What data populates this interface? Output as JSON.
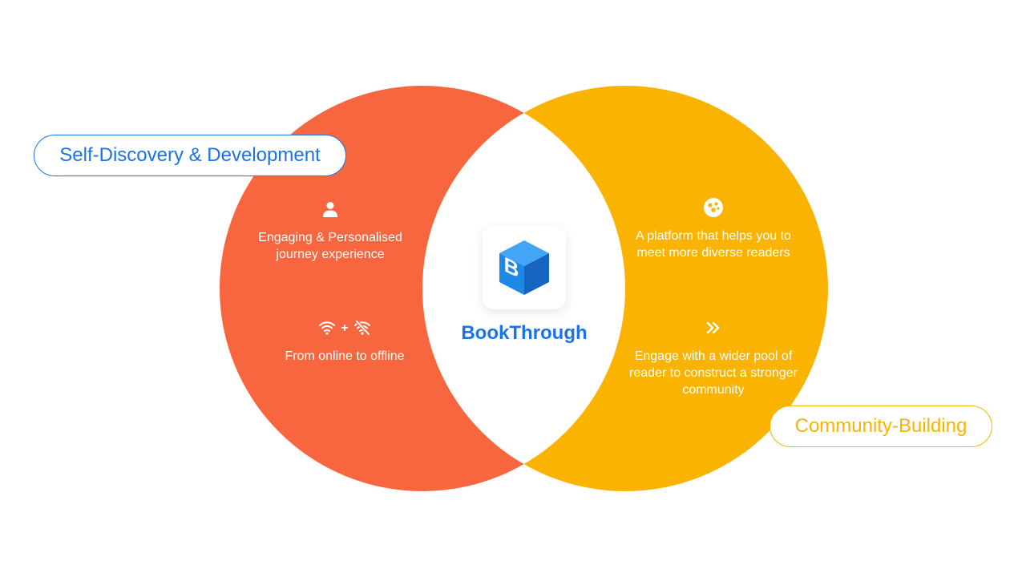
{
  "colors": {
    "left_circle": "#f7663f",
    "right_circle": "#f9b300",
    "overlap": "#ffffff",
    "brand": "#1a73e8",
    "logo_cube": "#2196f3"
  },
  "left_label": "Self-Discovery & Development",
  "right_label": "Community-Building",
  "brand": {
    "name": "BookThrough",
    "logo_letter": "B",
    "logo_icon": "cube-logo-icon"
  },
  "left_features": [
    {
      "icon": "user-icon",
      "text": "Engaging & Personalised journey experience"
    },
    {
      "icon": "wifi-plus-no-wifi-icon",
      "plus": "+",
      "text": "From online to offline"
    }
  ],
  "right_features": [
    {
      "icon": "community-icon",
      "text": "A platform that helps you to meet more diverse readers"
    },
    {
      "icon": "double-chevron-right-icon",
      "text": "Engage with a wider pool of reader to construct a stronger community"
    }
  ]
}
